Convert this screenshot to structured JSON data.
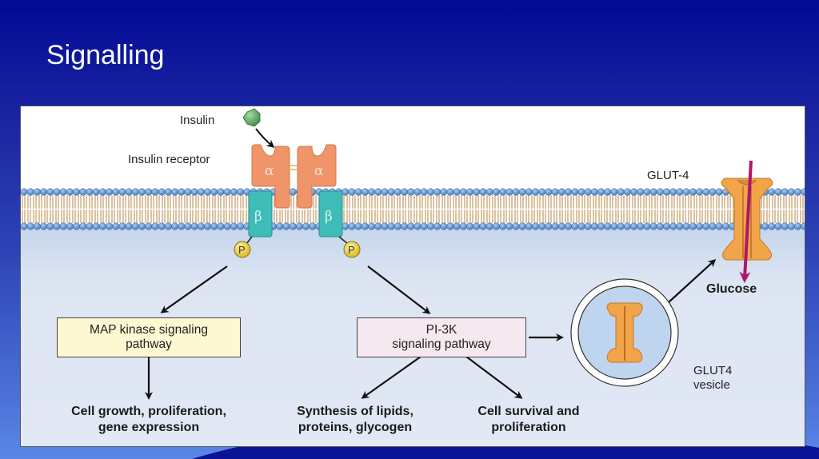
{
  "slide": {
    "title": "Signalling"
  },
  "diagram": {
    "labels": {
      "insulin": "Insulin",
      "insulin_receptor": "Insulin receptor",
      "glut4_membrane": "GLUT-4",
      "glucose": "Glucose",
      "glut4_vesicle_line1": "GLUT4",
      "glut4_vesicle_line2": "vesicle"
    },
    "receptor_subunits": {
      "alpha": "α",
      "beta": "β",
      "phosphate": "P"
    },
    "pathways": {
      "map_kinase": {
        "line1": "MAP kinase signaling",
        "line2": "pathway"
      },
      "pi3k": {
        "line1": "PI-3K",
        "line2": "signaling pathway"
      }
    },
    "outcomes": {
      "cell_growth": {
        "line1": "Cell growth, proliferation,",
        "line2": "gene expression"
      },
      "synthesis": {
        "line1": "Synthesis of lipids,",
        "line2": "proteins, glycogen"
      },
      "survival": {
        "line1": "Cell survival and",
        "line2": "proliferation"
      }
    },
    "colors": {
      "receptor_alpha": "#f0956a",
      "receptor_beta": "#3fbcb8",
      "phosphate": "#f2d442",
      "insulin": "#5fae62",
      "glut4": "#f2a44a",
      "glucose_arrow": "#b0166a",
      "membrane_head": "#5d93cf",
      "cytoplasm": "#dfe6f3"
    }
  }
}
